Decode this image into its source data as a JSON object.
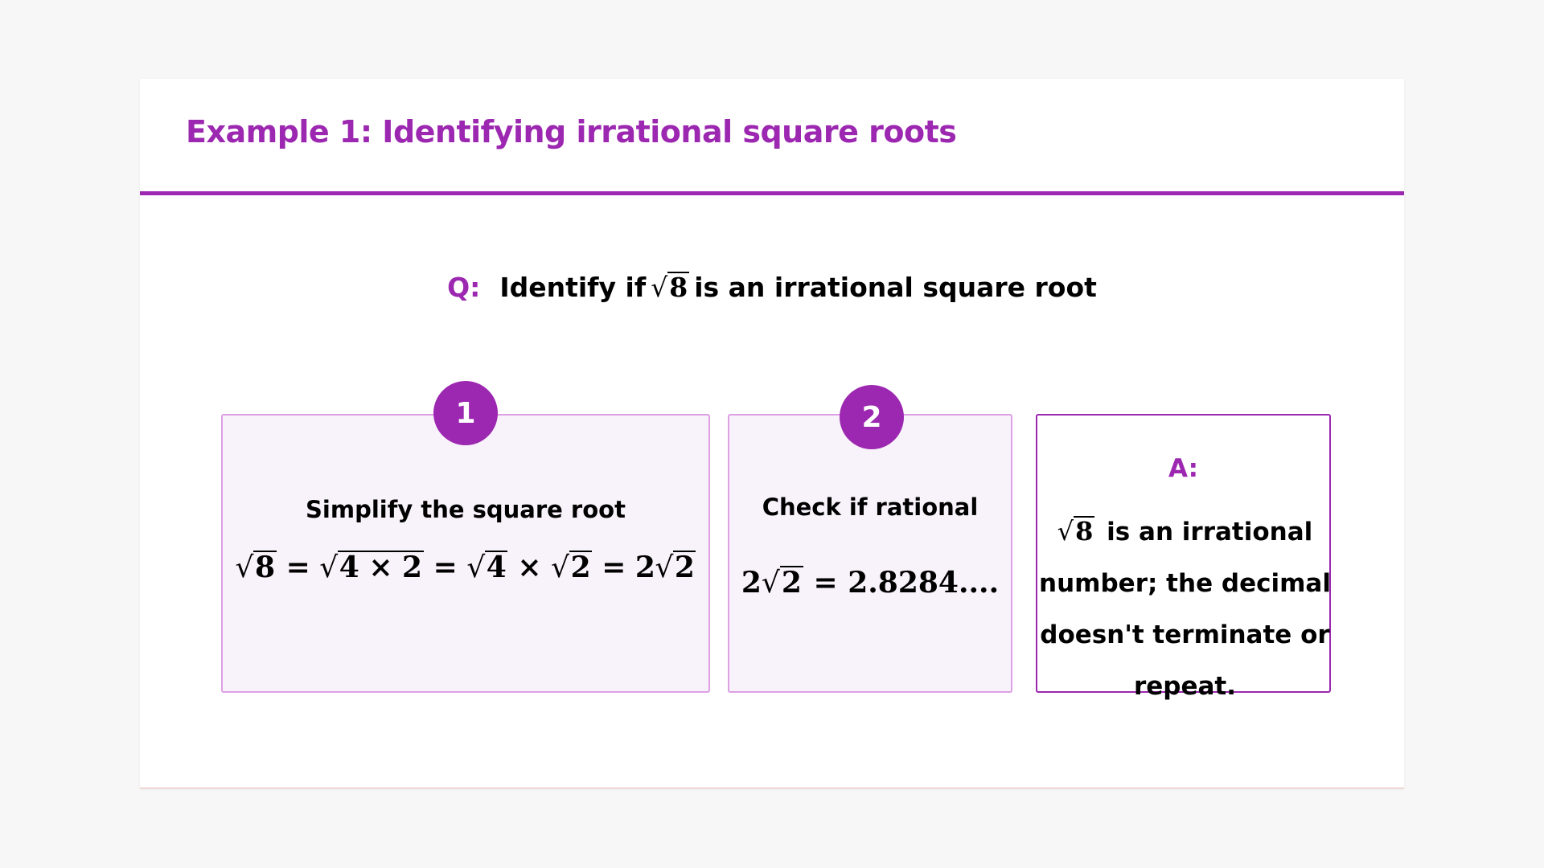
{
  "slide": {
    "title": "Example 1: Identifying irrational square roots",
    "accent_color": "#9c27b0"
  },
  "question": {
    "label": "Q:",
    "text_before": "Identify if",
    "radicand": "8",
    "text_after": "is an irrational square root"
  },
  "steps": [
    {
      "number": "1",
      "heading": "Simplify the square root",
      "formula": {
        "r1": "8",
        "eq1": "=",
        "r2": "4 × 2",
        "eq2": "=",
        "r3": "4",
        "times": "×",
        "r4": "2",
        "eq3": "=",
        "coef": "2",
        "r5": "2"
      }
    },
    {
      "number": "2",
      "heading": "Check if rational",
      "formula": {
        "coef": "2",
        "r1": "2",
        "eq": "=",
        "value": "2.8284...."
      }
    }
  ],
  "answer": {
    "label": "A:",
    "radicand": "8",
    "text": "is an irrational number; the decimal doesn't terminate or repeat."
  }
}
